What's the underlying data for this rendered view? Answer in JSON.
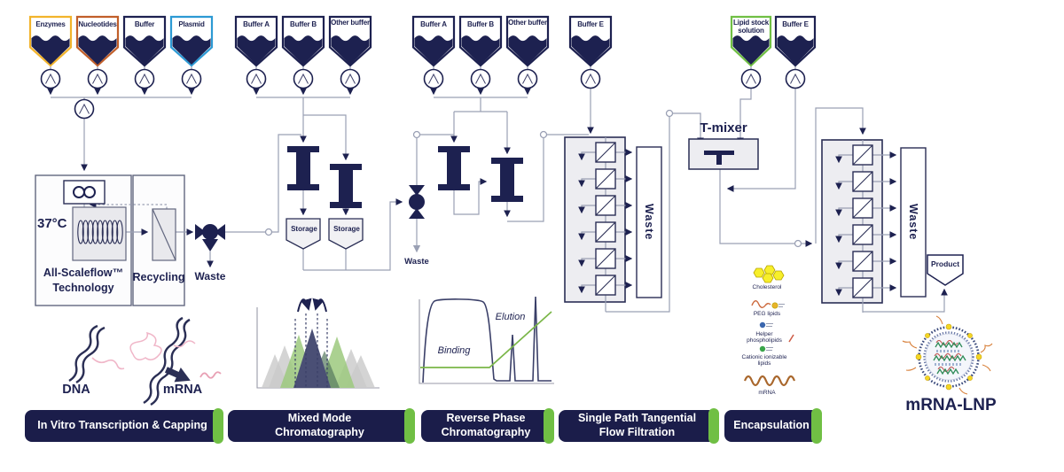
{
  "colors": {
    "navy": "#1d2150",
    "green": "#70bf44",
    "yellow": "#f2b42c",
    "orange": "#c15f2a",
    "blue": "#2d9ad4"
  },
  "vessels": {
    "enzymes": "Enzymes",
    "nucleotides": "Nucleotides",
    "buffer": "Buffer",
    "plasmid": "Plasmid",
    "mm_buffer_a": "Buffer A",
    "mm_buffer_b": "Buffer B",
    "mm_other_buffer": "Other buffer",
    "rp_buffer_a": "Buffer A",
    "rp_buffer_b": "Buffer B",
    "rp_other_buffer": "Other buffer",
    "tff_buffer_e": "Buffer E",
    "lipid_stock": "Lipid stock solution",
    "enc_buffer_e": "Buffer E"
  },
  "units": {
    "temperature": "37°C",
    "reactor_line1": "All-Scaleflow™",
    "reactor_line2": "Technology",
    "recycling": "Recycling",
    "waste_valve1": "Waste",
    "waste_valve2": "Waste",
    "storage_1": "Storage",
    "storage_2": "Storage",
    "tff1_waste": "Waste",
    "tff2_waste": "Waste",
    "t_mixer": "T-mixer",
    "product": "Product"
  },
  "molecules": {
    "dna": "DNA",
    "mrna": "mRNA",
    "final_product": "mRNA-LNP"
  },
  "chromatogram": {
    "binding": "Binding",
    "elution": "Elution"
  },
  "lipid_legend": {
    "cholesterol": "Cholesterol",
    "peg": "PEG lipids",
    "helper": "Helper phospholipids",
    "cationic": "Cationic ionizable lipids",
    "mrna": "mRNA"
  },
  "stages": [
    {
      "label": "In Vitro Transcription &  Capping"
    },
    {
      "label": "Mixed Mode Chromatography"
    },
    {
      "label": "Reverse Phase Chromatography"
    },
    {
      "label": "Single Path Tangential Flow Filtration"
    },
    {
      "label": "Encapsulation"
    }
  ]
}
